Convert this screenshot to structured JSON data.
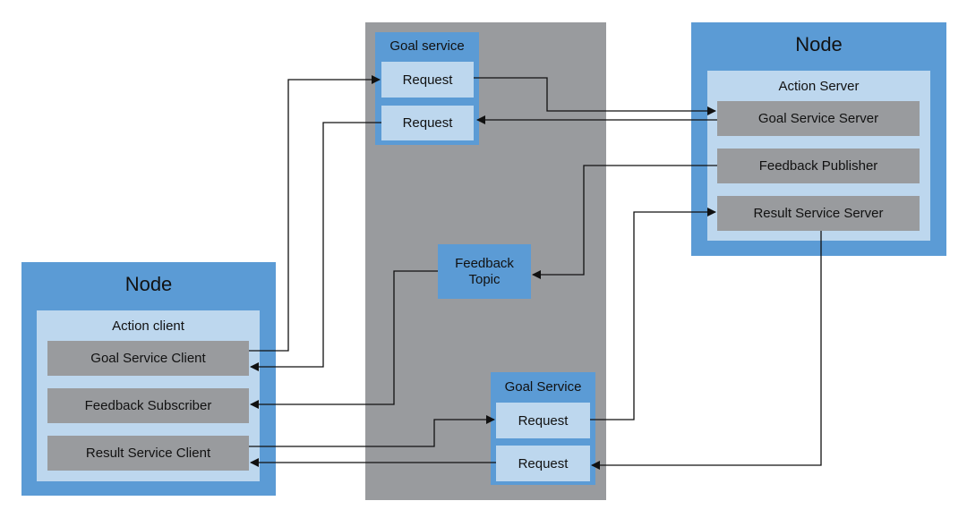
{
  "server_node": {
    "title": "Node",
    "subtitle": "Action Server",
    "items": [
      "Goal Service Server",
      "Feedback Publisher",
      "Result Service Server"
    ]
  },
  "client_node": {
    "title": "Node",
    "subtitle": "Action client",
    "items": [
      "Goal Service Client",
      "Feedback Subscriber",
      "Result Service Client"
    ]
  },
  "goal_service_top": {
    "title": "Goal service",
    "requests": [
      "Request",
      "Request"
    ]
  },
  "goal_service_bottom": {
    "title": "Goal Service",
    "requests": [
      "Request",
      "Request"
    ]
  },
  "feedback_topic": {
    "line1": "Feedback",
    "line2": "Topic"
  },
  "colors": {
    "blue": "#5b9bd5",
    "light_blue": "#bdd7ee",
    "gray": "#999b9e"
  }
}
